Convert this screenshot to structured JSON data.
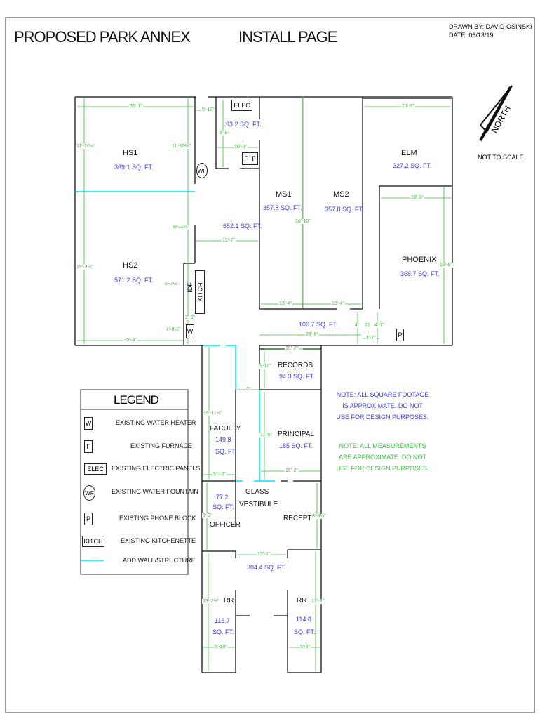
{
  "header": {
    "title": "PROPOSED PARK ANNEX",
    "page": "INSTALL PAGE",
    "drawn_by": "DRAWN BY: DAVID OSINSKI",
    "date": "DATE: 06/13/19"
  },
  "compass": {
    "label": "NORTH",
    "scale_note": "NOT TO SCALE"
  },
  "rooms": {
    "hs1": {
      "name": "HS1",
      "area": "369.1 SQ. FT."
    },
    "hs2": {
      "name": "HS2",
      "area": "571.2 SQ. FT."
    },
    "elec_room": {
      "area": "93.2 SQ. FT."
    },
    "hall": {
      "area": "652.1 SQ. FT."
    },
    "ms1": {
      "name": "MS1",
      "area": "357.8 SQ. FT."
    },
    "ms2": {
      "name": "MS2",
      "area": "357.8 SQ. FT."
    },
    "elm": {
      "name": "ELM",
      "area": "327.2 SQ. FT."
    },
    "phoenix": {
      "name": "PHOENIX",
      "area": "368.7 SQ. FT."
    },
    "corridor": {
      "area": "106.7 SQ. FT."
    },
    "records": {
      "name": "RECORDS",
      "area": "94.3 SQ. FT."
    },
    "principal": {
      "name": "PRINCIPAL",
      "area": "185 SQ. FT."
    },
    "faculty": {
      "name": "FACULTY",
      "area1": "149.8",
      "area2": "SQ. FT."
    },
    "officer": {
      "name": "OFFICER",
      "area1": "77.2",
      "area2": "SQ. FT."
    },
    "vestibule": {
      "name1": "GLASS",
      "name2": "VESTIBULE"
    },
    "recept": {
      "name": "RECEPT"
    },
    "lobby": {
      "area": "304.4 SQ. FT."
    },
    "rr_left": {
      "name": "RR",
      "area1": "116.7",
      "area2": "SQ. FT."
    },
    "rr_right": {
      "name": "RR",
      "area1": "114.8",
      "area2": "SQ. FT."
    },
    "idf": "IDF",
    "kitch": "KITCH"
  },
  "fixtures": {
    "elec": "ELEC",
    "furnace": "F",
    "water_fountain": "WF",
    "water_heater": "W",
    "phone": "P"
  },
  "dimensions": {
    "hs1_width": "31'-1\"",
    "hs1_left": "11'-10½\"",
    "hs1_right": "11'-10½\"",
    "gap_5_10": "5'-10\"",
    "elec_h": "8'-8\"",
    "elec_w": "10'-0\"",
    "hall_h": "8'-11½\"",
    "hall_w": "15'-7\"",
    "hs2_left": "19'-3½\"",
    "hs2_bottom": "29'-4\"",
    "idf_h": "5'-7½\"",
    "idf_w": "2'-9\"",
    "w_h": "4'-8½\"",
    "ms_h": "26'-10\"",
    "ms1_w": "13'-4\"",
    "ms2_w": "13'-4\"",
    "elm_w": "23'-3\"",
    "phoenix_w": "18'-8\"",
    "phoenix_h": "19'-8\"",
    "corr_w": "26'-8\"",
    "corr_h": "4'",
    "n21": "21",
    "p_h": "4'-7\"",
    "p_w": "4'-7\"",
    "records_w": "16'-2\"",
    "records_h": "5'-10\"",
    "faculty_gap": "6'",
    "faculty_h": "16'-11½\"",
    "principal_h": "11'-5\"",
    "faculty_w": "5'-10\"",
    "principal_w": "16'-2\"",
    "officer_h": "8'-3\"",
    "recept_h": "8'-8½\"",
    "lobby_w": "13'-6\"",
    "rr_left_h": "13'-2½\"",
    "rr_right_h": "13'-3\"",
    "rr_left_w": "5'-10\"",
    "rr_right_w": "5'-8\""
  },
  "legend": {
    "title": "LEGEND",
    "items": [
      {
        "symbol": "W",
        "label": "EXISTING WATER HEATER"
      },
      {
        "symbol": "F",
        "label": "EXISTING FURNACE"
      },
      {
        "symbol": "ELEC",
        "label": "EXISTING ELECTRIC PANELS"
      },
      {
        "symbol": "WF",
        "label": "EXISTING WATER FOUNTAIN"
      },
      {
        "symbol": "P",
        "label": "EXISTING PHONE BLOCK"
      },
      {
        "symbol": "KITCH",
        "label": "EXISTING KITCHENETTE"
      },
      {
        "symbol": "",
        "label": "ADD WALL/STRUCTURE"
      }
    ]
  },
  "notes": {
    "sqft": [
      "NOTE: ALL SQUARE FOOTAGE",
      "IS APPROXIMATE. DO NOT",
      "USE FOR DESIGN PURPOSES."
    ],
    "measure": [
      "NOTE: ALL MEASUREMENTS",
      "ARE APPROXIMATE. DO NOT",
      "USE FOR DESIGN PURPOSES."
    ]
  },
  "colors": {
    "wall": "#333333",
    "dimension": "#3cb93c",
    "area": "#3a3ae0",
    "new_wall": "#00e5ff"
  }
}
